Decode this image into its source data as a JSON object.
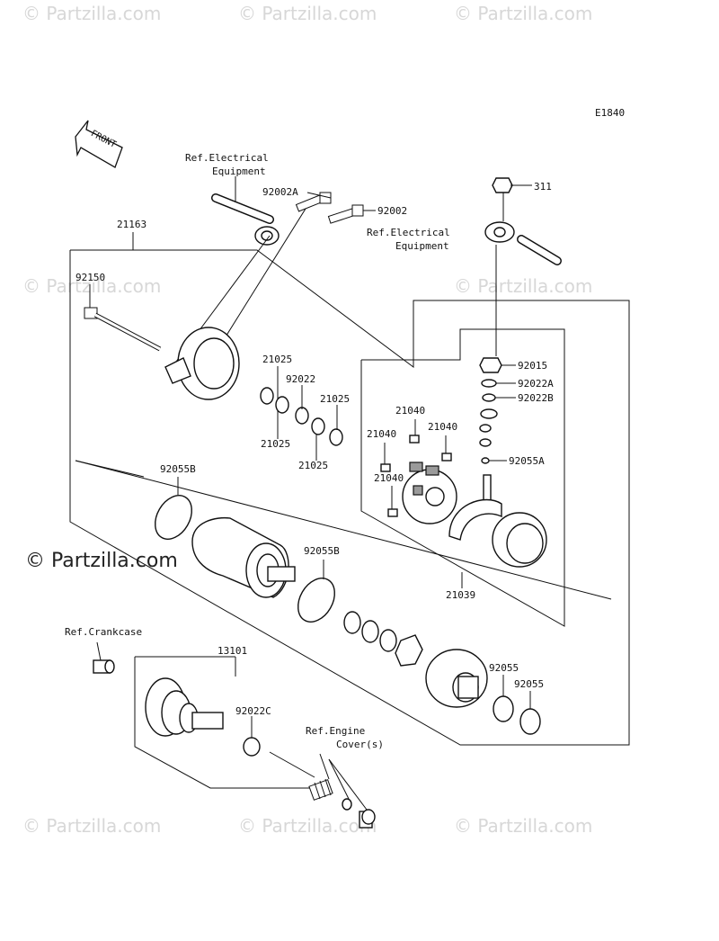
{
  "diagram_code": "E1840",
  "front_label": "FRONT",
  "watermark": {
    "text": "© Partzilla.com",
    "main_text": "© Partzilla.com"
  },
  "refs": {
    "electrical_1": [
      "Ref.Electrical",
      "Equipment"
    ],
    "electrical_2": [
      "Ref.Electrical",
      "Equipment"
    ],
    "crankcase": "Ref.Crankcase",
    "engine_cover": [
      "Ref.Engine",
      "Cover(s)"
    ]
  },
  "parts": {
    "p311": "311",
    "p92002A": "92002A",
    "p92002": "92002",
    "p21163": "21163",
    "p92150": "92150",
    "p21025_a": "21025",
    "p92022": "92022",
    "p21025_b": "21025",
    "p21025_c": "21025",
    "p21025_d": "21025",
    "p92015": "92015",
    "p92022A": "92022A",
    "p92022B": "92022B",
    "p21040_a": "21040",
    "p21040_b": "21040",
    "p21040_c": "21040",
    "p21040_d": "21040",
    "p92055A": "92055A",
    "p92055B_a": "92055B",
    "p92055B_b": "92055B",
    "p21039": "21039",
    "p13101": "13101",
    "p92022C": "92022C",
    "p92055_a": "92055",
    "p92055_b": "92055"
  }
}
